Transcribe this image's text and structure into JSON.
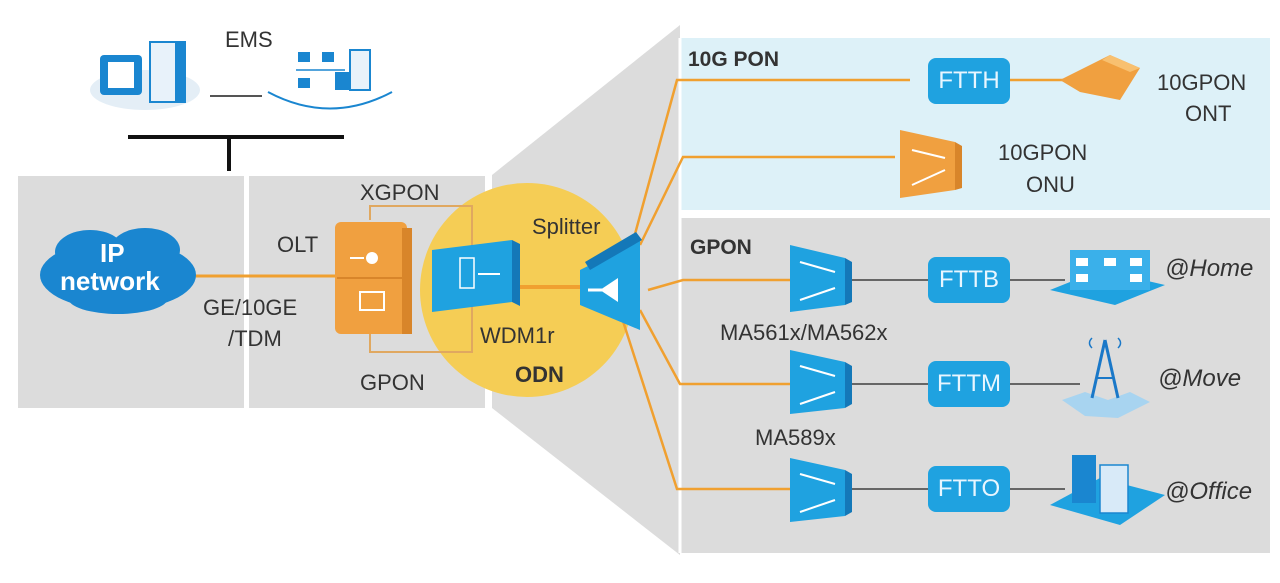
{
  "colors": {
    "fiber": "#f0a030",
    "device_blue": "#1fa2e0",
    "device_orange": "#f0a040",
    "odn_circle": "#f5cd55",
    "panel_gray": "#dcdcdc",
    "panel_10g": "#ddf1f8"
  },
  "ems": {
    "label": "EMS"
  },
  "ip_network": {
    "line1": "IP",
    "line2": "network"
  },
  "uplink": {
    "line1": "GE/10GE",
    "line2": "/TDM"
  },
  "olt": {
    "label": "OLT",
    "xgpon_label": "XGPON",
    "gpon_label": "GPON"
  },
  "odn": {
    "splitter_label": "Splitter",
    "wdm_label": "WDM1r",
    "title": "ODN"
  },
  "pon10g": {
    "title": "10G PON",
    "ftth": "FTTH",
    "ont_line1": "10GPON",
    "ont_line2": "ONT",
    "onu_line1": "10GPON",
    "onu_line2": "ONU"
  },
  "gpon": {
    "title": "GPON",
    "rows": [
      {
        "access": "FTTB",
        "scenario": "@Home",
        "device": "MA561x/MA562x"
      },
      {
        "access": "FTTM",
        "scenario": "@Move",
        "device": "MA589x"
      },
      {
        "access": "FTTO",
        "scenario": "@Office",
        "device": ""
      }
    ]
  }
}
